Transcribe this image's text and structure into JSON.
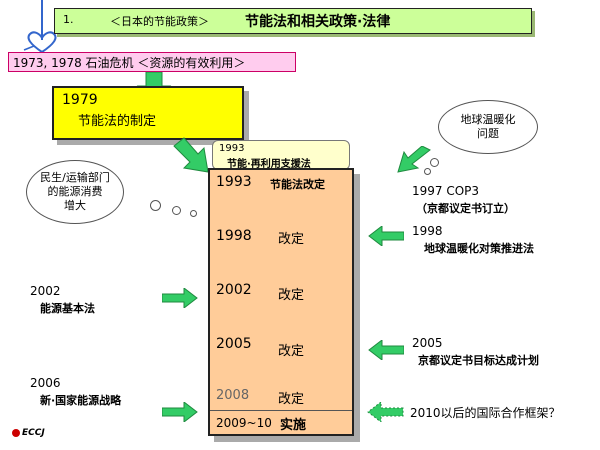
{
  "title": {
    "number": "1.",
    "subtitle": "＜日本的节能政策＞",
    "main": "节能法和相关政策·法律"
  },
  "crisis_banner": "1973, 1978  石油危机 ＜资源的有效利用＞",
  "law_1979": {
    "year": "1979",
    "text": "节能法的制定"
  },
  "law_1993_support": {
    "year": "1993",
    "text": "节能·再利用支援法"
  },
  "timeline": [
    {
      "year": "1993",
      "action": "节能法改定"
    },
    {
      "year": "1998",
      "action": "改定"
    },
    {
      "year": "2002",
      "action": "改定"
    },
    {
      "year": "2005",
      "action": "改定"
    },
    {
      "year": "2008",
      "action": "改定"
    },
    {
      "year": "2009~10",
      "action": "实施"
    }
  ],
  "clouds": {
    "left": "民生/运输部门\n的能源消费\n增大",
    "right": "地球温暖化\n问题"
  },
  "left_events": [
    {
      "year": "2002",
      "text": "能源基本法"
    },
    {
      "year": "2006",
      "text": "新·国家能源战略"
    }
  ],
  "right_events": [
    {
      "year": "1997  COP3",
      "text": "（京都议定书订立）"
    },
    {
      "year": "1998",
      "text": "地球温暖化对策推进法"
    },
    {
      "year": "2005",
      "text": "京都议定书目标达成计划"
    },
    {
      "year": "",
      "text": "2010以后的国际合作框架？"
    }
  ],
  "logo": "ECCJ",
  "colors": {
    "title_bg": "#ccff99",
    "crisis_bg": "#ffccee",
    "law1979_bg": "#ffff00",
    "timeline_bg": "#ffcc99",
    "arrow_green": "#33cc66",
    "logo_red": "#cc0000"
  }
}
